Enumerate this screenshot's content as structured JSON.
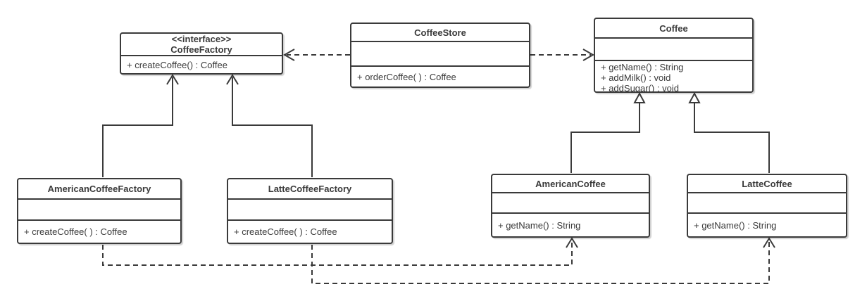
{
  "diagram": {
    "kind": "UML class diagram",
    "subject": "Coffee factory pattern",
    "colors": {
      "stroke": "#3a3a3a",
      "background": "#ffffff",
      "text": "#3a3a3a"
    }
  },
  "classes": {
    "coffee_factory": {
      "stereotype": "<<interface>>",
      "name": "CoffeeFactory",
      "attributes": [],
      "methods": [
        "+ createCoffee() : Coffee"
      ]
    },
    "coffee_store": {
      "name": "CoffeeStore",
      "attributes": [],
      "methods": [
        "+ orderCoffee( ) : Coffee"
      ]
    },
    "coffee": {
      "name": "Coffee",
      "attributes": [],
      "methods": [
        "+ getName() : String",
        "+ addMilk() : void",
        "+ addSugar() : void"
      ]
    },
    "american_coffee_factory": {
      "name": "AmericanCoffeeFactory",
      "attributes": [],
      "methods": [
        "+ createCoffee( ) : Coffee"
      ]
    },
    "latte_coffee_factory": {
      "name": "LatteCoffeeFactory",
      "attributes": [],
      "methods": [
        "+ createCoffee( ) : Coffee"
      ]
    },
    "american_coffee": {
      "name": "AmericanCoffee",
      "attributes": [],
      "methods": [
        "+ getName() : String"
      ]
    },
    "latte_coffee": {
      "name": "LatteCoffee",
      "attributes": [],
      "methods": [
        "+ getName() : String"
      ]
    }
  },
  "relationships": [
    {
      "from": "CoffeeStore",
      "to": "CoffeeFactory",
      "type": "dependency",
      "line": "dashed",
      "arrowhead": "open"
    },
    {
      "from": "CoffeeStore",
      "to": "Coffee",
      "type": "dependency",
      "line": "dashed",
      "arrowhead": "open"
    },
    {
      "from": "AmericanCoffeeFactory",
      "to": "CoffeeFactory",
      "type": "realization",
      "line": "solid",
      "arrowhead": "open"
    },
    {
      "from": "LatteCoffeeFactory",
      "to": "CoffeeFactory",
      "type": "realization",
      "line": "solid",
      "arrowhead": "open"
    },
    {
      "from": "AmericanCoffee",
      "to": "Coffee",
      "type": "generalization",
      "line": "solid",
      "arrowhead": "hollow-triangle"
    },
    {
      "from": "LatteCoffee",
      "to": "Coffee",
      "type": "generalization",
      "line": "solid",
      "arrowhead": "hollow-triangle"
    },
    {
      "from": "AmericanCoffeeFactory",
      "to": "AmericanCoffee",
      "type": "dependency",
      "line": "dashed",
      "arrowhead": "open"
    },
    {
      "from": "LatteCoffeeFactory",
      "to": "LatteCoffee",
      "type": "dependency",
      "line": "dashed",
      "arrowhead": "open"
    }
  ]
}
